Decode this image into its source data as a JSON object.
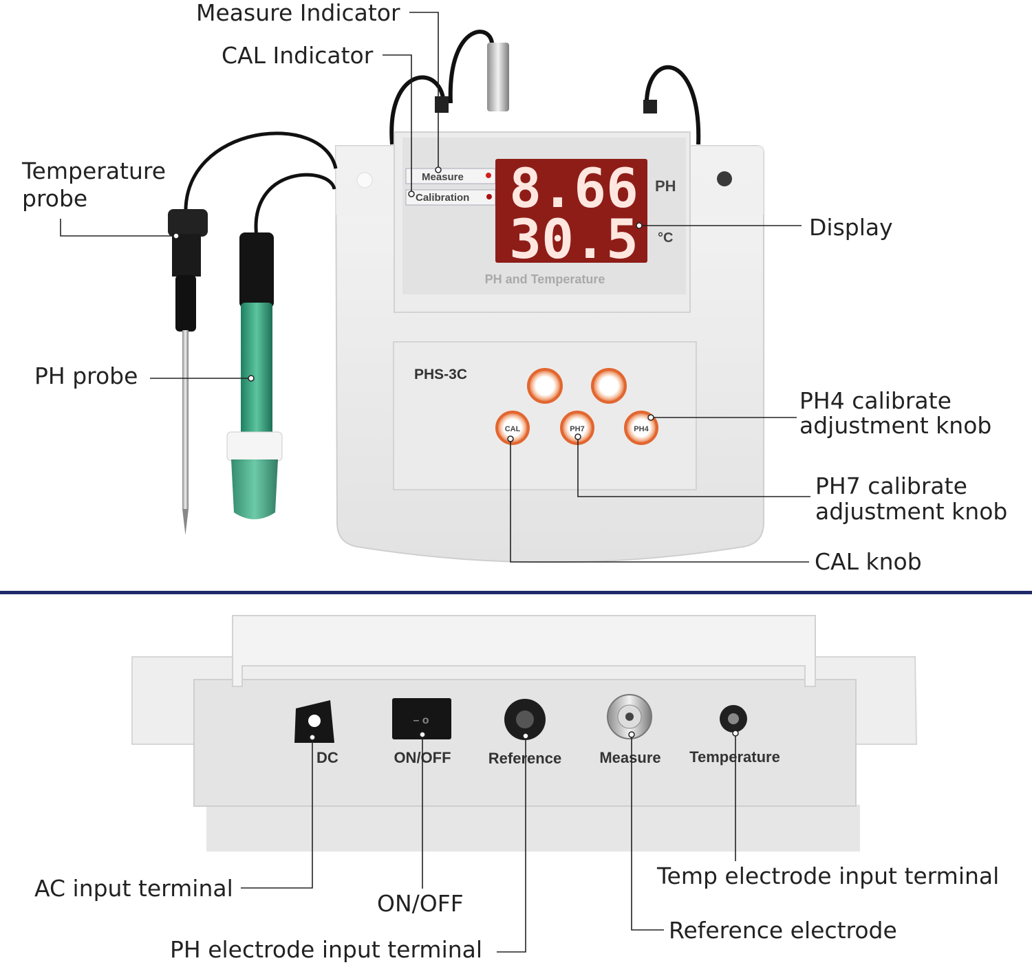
{
  "device": {
    "panel_title": "PH and Temperature",
    "model": "PHS-3C",
    "indicator_measure": "Measure",
    "indicator_calibration": "Calibration",
    "display_ph_value": "8.66",
    "display_temp_value": "30.5",
    "unit_ph": "PH",
    "unit_temp": "°C",
    "button_cal": "CAL",
    "button_ph7": "PH7",
    "button_ph4": "PH4",
    "back_dc": "DC",
    "back_onoff": "ON/OFF",
    "back_reference": "Reference",
    "back_measure": "Measure",
    "back_temperature": "Temperature",
    "switch_symbols": "– o"
  },
  "callouts": {
    "measure_indicator": "Measure Indicator",
    "cal_indicator": "CAL Indicator",
    "temperature_probe_line1": "Temperature",
    "temperature_probe_line2": "probe",
    "ph_probe": "PH probe",
    "display": "Display",
    "ph4_knob_line1": "PH4 calibrate",
    "ph4_knob_line2": "adjustment knob",
    "ph7_knob_line1": "PH7 calibrate",
    "ph7_knob_line2": "adjustment knob",
    "cal_knob": "CAL knob",
    "ac_input": "AC input terminal",
    "onoff": "ON/OFF",
    "ph_electrode_input": "PH electrode input terminal",
    "temp_electrode_input": "Temp electrode input terminal",
    "reference_electrode": "Reference electrode"
  },
  "colors": {
    "divider": "#1f2a6b",
    "display_bg": "#8e1d18",
    "button_ring": "#e2662f",
    "probe_green": "#2f9c79"
  }
}
